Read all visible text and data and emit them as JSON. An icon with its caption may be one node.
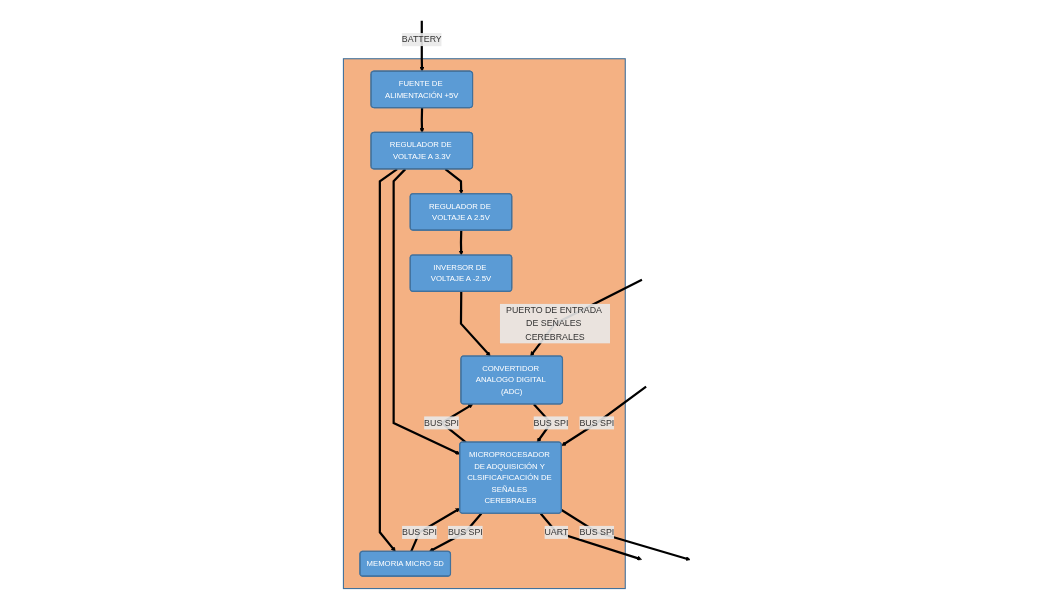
{
  "diagram": {
    "nodes": [
      {
        "text": [],
        "shape": "box"
      },
      {
        "text": [
          "CONVERTIDOR ANALOGO DIGITAL (ADC)"
        ],
        "in": 0
      },
      {
        "text": [
          "INVERSOR DE VOLTAJE A -2.5V"
        ],
        "in": 0
      },
      {
        "text": [
          "FUENTE DE ALIMENTACIÓN +5V"
        ],
        "in": 0
      },
      {
        "text": [
          "REGULADOR DE VOLTAJE A 2.5V"
        ],
        "in": 0
      },
      {
        "text": [
          "REGULADOR DE VOLTAJE A 3.3V"
        ],
        "in": 0
      },
      {
        "text": [
          "MICROPROCESADOR DE ADQUISICIÓN Y CLSIFICAFICACIÓN DE SEÑALES CEREBRALES"
        ],
        "in": 0
      },
      {
        "text": [
          "MEMORIA MICRO SD"
        ],
        "in": 0
      }
    ],
    "edges": [
      {
        "from": null,
        "to": 1,
        "arrow": "to",
        "label": "PUERTO DE ENTRADA DE SEÑALES CEREBRALES"
      },
      {
        "from": null,
        "to": 3,
        "arrow": "to",
        "label": "BATTERY"
      },
      {
        "from": 3,
        "to": 5,
        "arrow": "to"
      },
      {
        "from": 5,
        "to": 4,
        "arrow": "to"
      },
      {
        "from": 4,
        "to": 2,
        "arrow": "to"
      },
      {
        "from": 2,
        "to": 1,
        "arrow": "to"
      },
      {
        "from": 1,
        "to": 6,
        "arrow": "to",
        "label": "BUS SPI"
      },
      {
        "from": 6,
        "to": 1,
        "arrow": "to",
        "label": "BUS SPI"
      },
      {
        "from": 5,
        "to": 6,
        "arrow": "to"
      },
      {
        "from": 5,
        "to": 7,
        "arrow": "to"
      },
      {
        "from": null,
        "to": 6,
        "arrow": "to",
        "label": "BUS SPI"
      },
      {
        "from": 6,
        "to": null,
        "arrow": "to",
        "label": "BUS SPI"
      },
      {
        "from": 6,
        "to": null,
        "arrow": "to",
        "label": "UART"
      },
      {
        "from": 6,
        "to": 7,
        "arrow": "to",
        "label": "BUS SPI"
      },
      {
        "from": 7,
        "to": 6,
        "arrow": "to",
        "label": "BUS SPI"
      }
    ]
  }
}
